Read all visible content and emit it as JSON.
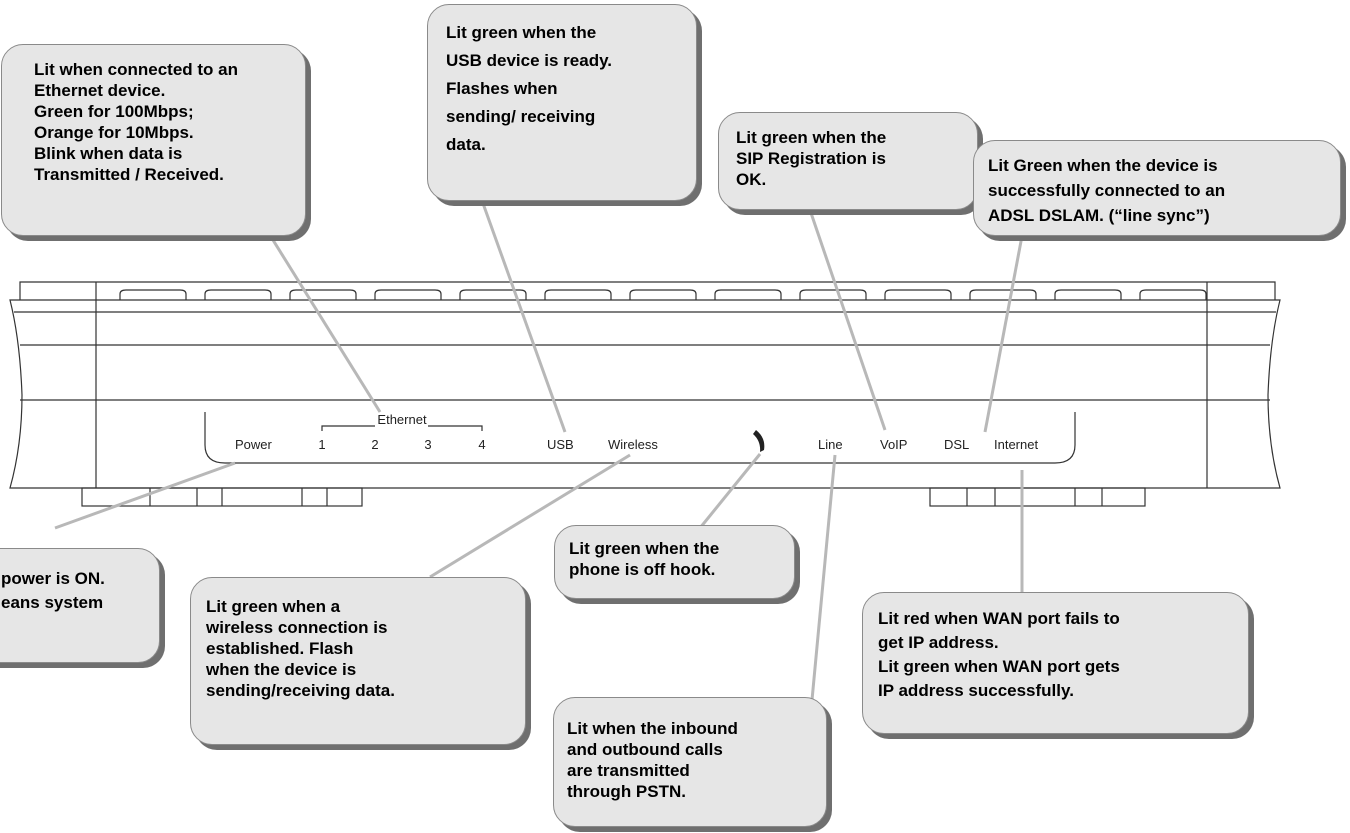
{
  "device_labels": {
    "ethernet_group": "Ethernet",
    "power": "Power",
    "port_1": "1",
    "port_2": "2",
    "port_3": "3",
    "port_4": "4",
    "usb": "USB",
    "wireless": "Wireless",
    "line": "Line",
    "voip": "VoIP",
    "dsl": "DSL",
    "internet": "Internet"
  },
  "callouts": {
    "ethernet": "Lit when connected to an\nEthernet device.\nGreen for 100Mbps;\nOrange for 10Mbps.\nBlink when data is\nTransmitted / Received.",
    "usb": "Lit green when the\nUSB device is ready.\nFlashes when\nsending/ receiving\ndata.",
    "voip": "Lit green when the\nSIP Registration is\nOK.",
    "dsl": "Lit Green when the device is\nsuccessfully connected to an\nADSL DSLAM. (“line sync”)",
    "power": "power is ON.\neans system",
    "wireless": "Lit green when a\nwireless connection is\nestablished. Flash\nwhen the device is\nsending/receiving data.",
    "phone": "Lit green when the\nphone is off hook.",
    "line": "Lit when the inbound\nand outbound calls\nare transmitted\nthrough PSTN.",
    "internet": "Lit red when WAN port fails to\nget IP address.\nLit green when WAN port gets\nIP address successfully."
  }
}
